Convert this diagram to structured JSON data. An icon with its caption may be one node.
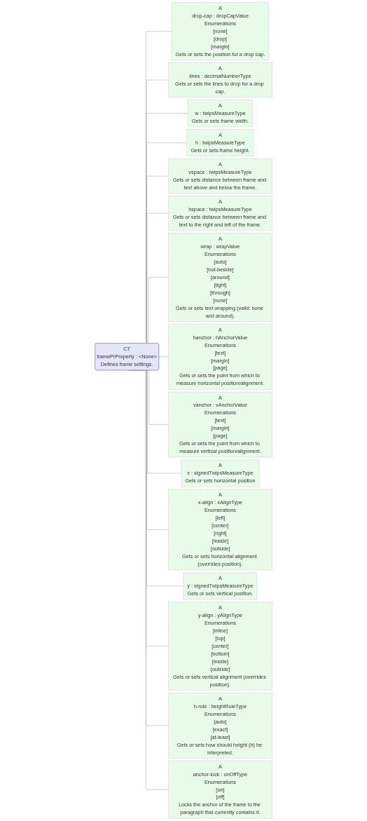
{
  "diagram": {
    "nodes": [
      {
        "text": [
          "CT",
          "framePrProperty : <None>",
          "Defines frame settings."
        ]
      },
      {
        "text": [
          "A",
          "drop-cap : dropCapValue",
          "Enumerations",
          "[none]",
          "[drop]",
          "[margin]",
          "Gets or sets the position for a drop cap."
        ]
      },
      {
        "text": [
          "A",
          "lines : decimalNumberType",
          "Gets or sets the lines to drop for a drop cap."
        ]
      },
      {
        "text": [
          "A",
          "w : twipsMeasureType",
          "Gets or sets frame width."
        ]
      },
      {
        "text": [
          "A",
          "h : twipsMeasureType",
          "Gets or sets frame height."
        ]
      },
      {
        "text": [
          "A",
          "vspace : twipsMeasureType",
          "Gets or sets distance between frame and text above and below the frame."
        ]
      },
      {
        "text": [
          "A",
          "hspace : twipsMeasureType",
          "Gets or sets distance between frame and text to the right and left of the frame."
        ]
      },
      {
        "text": [
          "A",
          "wrap : wrapValue",
          "Enumerations",
          "[auto]",
          "[not-beside]",
          "[around]",
          "[tight]",
          "[through]",
          "[none]",
          "Gets or sets text wrapping (valid: none and around)."
        ]
      },
      {
        "text": [
          "A",
          "hanchor : hAnchorValue",
          "Enumerations",
          "[text]",
          "[margin]",
          "[page]",
          "Gets or sets the point from which to measure horizontal position/alignment."
        ]
      },
      {
        "text": [
          "A",
          "vanchor : vAnchorValue",
          "Enumerations",
          "[text]",
          "[margin]",
          "[page]",
          "Gets or sets the point from which to measure vertical position/alignment."
        ]
      },
      {
        "text": [
          "A",
          "x : signedTwipsMeasureType",
          "Gets or sets horizontal position"
        ]
      },
      {
        "text": [
          "A",
          "x-align : xAlignType",
          "Enumerations",
          "[left]",
          "[center]",
          "[right]",
          "[inside]",
          "[outside]",
          "Gets or sets horizontal alignment (overrides position)."
        ]
      },
      {
        "text": [
          "A",
          "y : signedTwipsMeasureType",
          "Gets or sets vertical position."
        ]
      },
      {
        "text": [
          "A",
          "y-align : yAlignType",
          "Enumerations",
          "[inline]",
          "[top]",
          "[center]",
          "[bottom]",
          "[inside]",
          "[outside]",
          "Gets or sets vertical alignment (overrides position)."
        ]
      },
      {
        "text": [
          "A",
          "h-rule : heightRuleType",
          "Enumerations",
          "[auto]",
          "[exact]",
          "[at-least]",
          "Gets or sets how should height (h) be interpreted."
        ]
      },
      {
        "text": [
          "A",
          "anchor-lock : onOffType",
          "Enumerations",
          "[on]",
          "[off]",
          "Locks the anchor of the frame to the paragraph that currently contains it."
        ]
      }
    ],
    "edges": [
      {
        "from": 0,
        "to": 1,
        "arrow": "none"
      },
      {
        "from": 0,
        "to": 2,
        "arrow": "none"
      },
      {
        "from": 0,
        "to": 3,
        "arrow": "none"
      },
      {
        "from": 0,
        "to": 4,
        "arrow": "none"
      },
      {
        "from": 0,
        "to": 5,
        "arrow": "none"
      },
      {
        "from": 0,
        "to": 6,
        "arrow": "none"
      },
      {
        "from": 0,
        "to": 7,
        "arrow": "none"
      },
      {
        "from": 0,
        "to": 8,
        "arrow": "none"
      },
      {
        "from": 0,
        "to": 9,
        "arrow": "none"
      },
      {
        "from": 0,
        "to": 10,
        "arrow": "none"
      },
      {
        "from": 0,
        "to": 11,
        "arrow": "none"
      },
      {
        "from": 0,
        "to": 12,
        "arrow": "none"
      },
      {
        "from": 0,
        "to": 13,
        "arrow": "none"
      },
      {
        "from": 0,
        "to": 14,
        "arrow": "none"
      },
      {
        "from": 0,
        "to": 15,
        "arrow": "none"
      }
    ]
  }
}
